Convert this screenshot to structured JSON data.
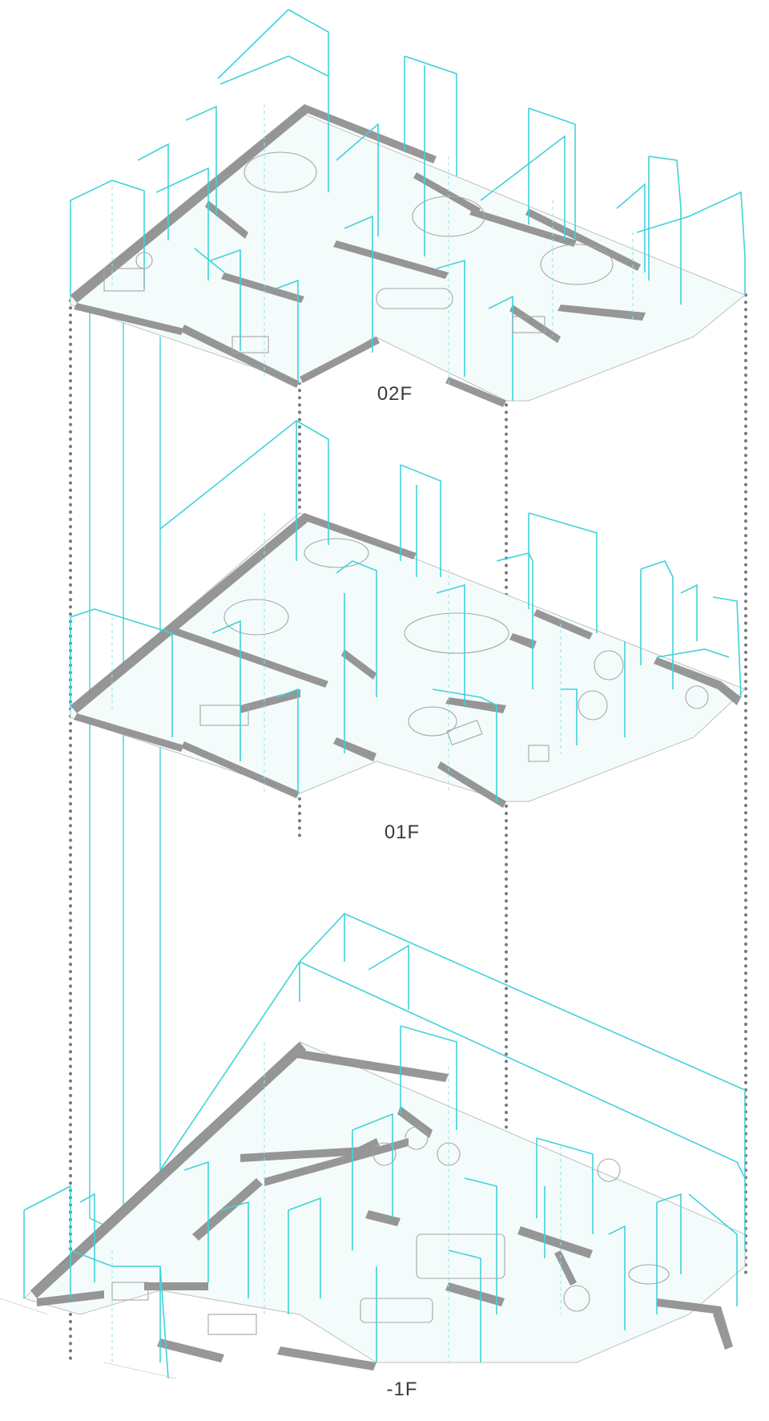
{
  "floors": [
    {
      "id": "02F",
      "label": "02F"
    },
    {
      "id": "01F",
      "label": "01F"
    },
    {
      "id": "-1F",
      "label": "-1F"
    }
  ],
  "colors": {
    "wall_outline": "#3fd3da",
    "wall_dashed": "#8fe6ea",
    "slab_fill": "#8c8c8c",
    "furniture": "#a6a6a6",
    "guide_dots": "#7a7a7a",
    "label_text": "#3a3a3a",
    "background": "#ffffff"
  }
}
